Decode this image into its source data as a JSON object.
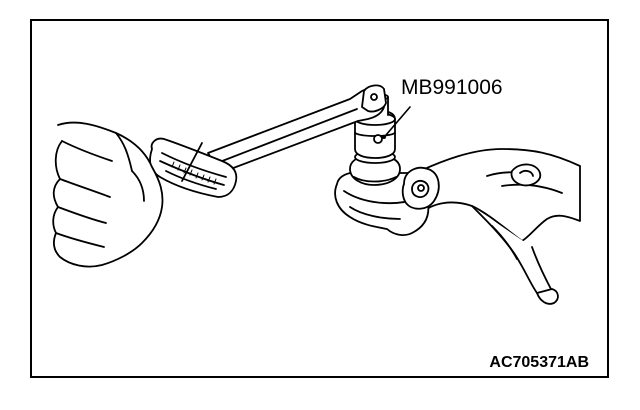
{
  "callout": {
    "tool_label": "MB991006"
  },
  "figure": {
    "code": "AC705371AB"
  },
  "colors": {
    "line": "#000000",
    "fill": "#ffffff",
    "border": "#000000"
  },
  "icons": {
    "hand": "hand-illustration",
    "torque_wrench": "torque-wrench-illustration",
    "special_tool": "socket-tool-illustration",
    "ball_joint": "ball-joint-illustration",
    "control_arm": "lower-arm-illustration"
  }
}
